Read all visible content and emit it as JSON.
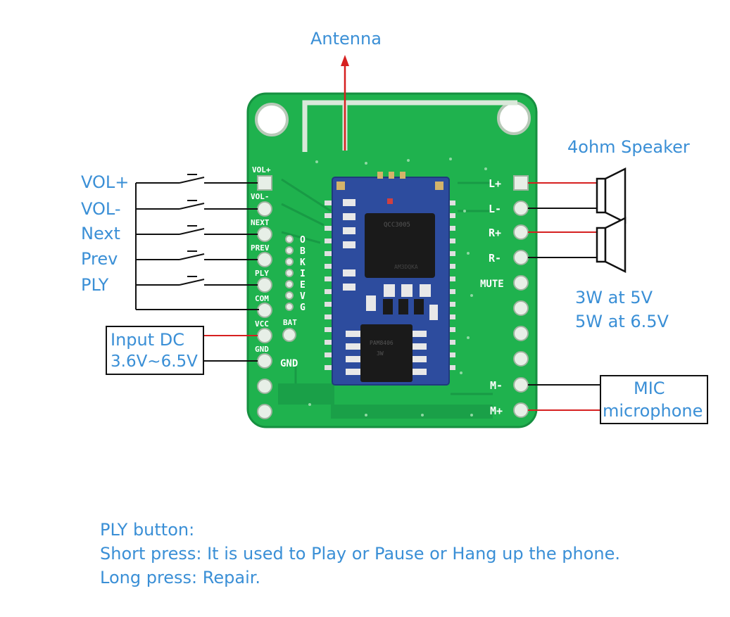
{
  "labels": {
    "antenna": "Antenna",
    "speaker": "4ohm Speaker",
    "power_5v": "3W at 5V",
    "power_65v": "5W at 6.5V",
    "mic_1": "MIC",
    "mic_2": "microphone",
    "input_1": "Input DC",
    "input_2": "3.6V~6.5V"
  },
  "buttons": [
    "VOL+",
    "VOL-",
    "Next",
    "Prev",
    "PLY"
  ],
  "board": {
    "left_pads": [
      "VOL+",
      "VOL-",
      "NEXT",
      "PREV",
      "PLY",
      "COM",
      "VCC",
      "GND"
    ],
    "right_pads": [
      "L+",
      "L-",
      "R+",
      "R-",
      "MUTE",
      "",
      "",
      "",
      "M-",
      "M+"
    ],
    "mid_letters": [
      "O",
      "B",
      "K",
      "I",
      "E",
      "V",
      "G"
    ],
    "bat_label": "BAT",
    "gnd_label": "GND"
  },
  "chip_text": {
    "main_1": "QCC3005",
    "main_2": "AM3DQKA",
    "amp_1": "PAM8406",
    "amp_2": "3W"
  },
  "note": {
    "line1": "PLY button:",
    "line2": "Short press: It is used to Play or Pause or Hang up the phone.",
    "line3": "Long press: Repair."
  },
  "colors": {
    "board": "#1fb24e",
    "label_text": "#3a8fd6",
    "wire_red": "#d62020",
    "module_blue": "#2d4c9e"
  }
}
